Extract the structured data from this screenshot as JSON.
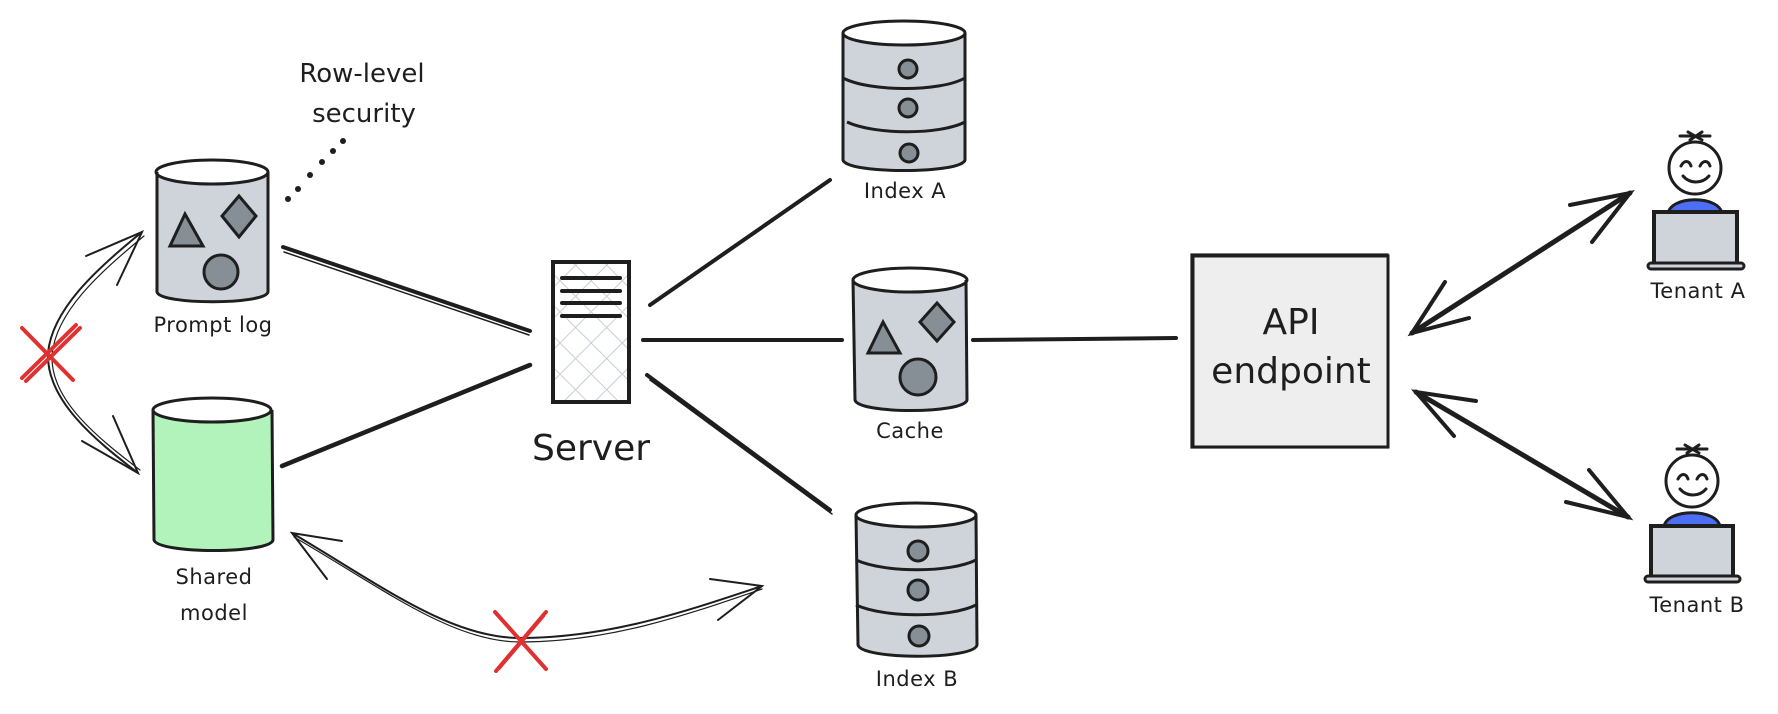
{
  "diagram": {
    "style": "hand-drawn architecture sketch",
    "colors": {
      "stroke": "#1e1e1e",
      "db_fill": "#ced4da",
      "shape_fill": "#868e96",
      "shared_model_fill": "#b2f2bb",
      "api_fill": "#eeeeee",
      "tenant_body": "#4c6ef5",
      "laptop_fill": "#ced4da",
      "blocked_marker": "#e03131",
      "server_hatch": "#c7ced6"
    },
    "annotation": {
      "line1": "Row-level",
      "line2": "security"
    },
    "nodes": {
      "prompt_log": {
        "label": "Prompt log",
        "kind": "database",
        "icon": "cylinder-with-shapes-icon"
      },
      "shared_model": {
        "label_line1": "Shared",
        "label_line2": "model",
        "kind": "database",
        "icon": "green-cylinder-icon"
      },
      "server": {
        "label": "Server",
        "kind": "server",
        "icon": "server-tower-icon"
      },
      "index_a": {
        "label": "Index A",
        "kind": "stacked-database",
        "icon": "stacked-cylinder-icon"
      },
      "cache": {
        "label": "Cache",
        "kind": "database",
        "icon": "cylinder-with-shapes-icon"
      },
      "index_b": {
        "label": "Index B",
        "kind": "stacked-database",
        "icon": "stacked-cylinder-icon"
      },
      "api_endpoint": {
        "label_line1": "API",
        "label_line2": "endpoint",
        "kind": "box"
      },
      "tenant_a": {
        "label": "Tenant A",
        "kind": "user",
        "icon": "user-at-laptop-icon"
      },
      "tenant_b": {
        "label": "Tenant B",
        "kind": "user",
        "icon": "user-at-laptop-icon"
      }
    },
    "edges": [
      {
        "from": "Prompt log",
        "to": "Server",
        "type": "line"
      },
      {
        "from": "Shared model",
        "to": "Server",
        "type": "line"
      },
      {
        "from": "Server",
        "to": "Index A",
        "type": "line"
      },
      {
        "from": "Server",
        "to": "Cache",
        "type": "line"
      },
      {
        "from": "Server",
        "to": "Index B",
        "type": "line"
      },
      {
        "from": "Cache",
        "to": "API endpoint",
        "type": "line"
      },
      {
        "from": "API endpoint",
        "to": "Tenant A",
        "type": "bidirectional-arrow"
      },
      {
        "from": "API endpoint",
        "to": "Tenant B",
        "type": "bidirectional-arrow"
      },
      {
        "from": "Prompt log",
        "to": "Shared model",
        "type": "bidirectional-arrow",
        "blocked": true
      },
      {
        "from": "Shared model",
        "to": "Index B",
        "type": "bidirectional-arrow",
        "blocked": true
      },
      {
        "from": "Row-level security",
        "to": "Prompt log",
        "type": "dotted-line"
      }
    ]
  }
}
